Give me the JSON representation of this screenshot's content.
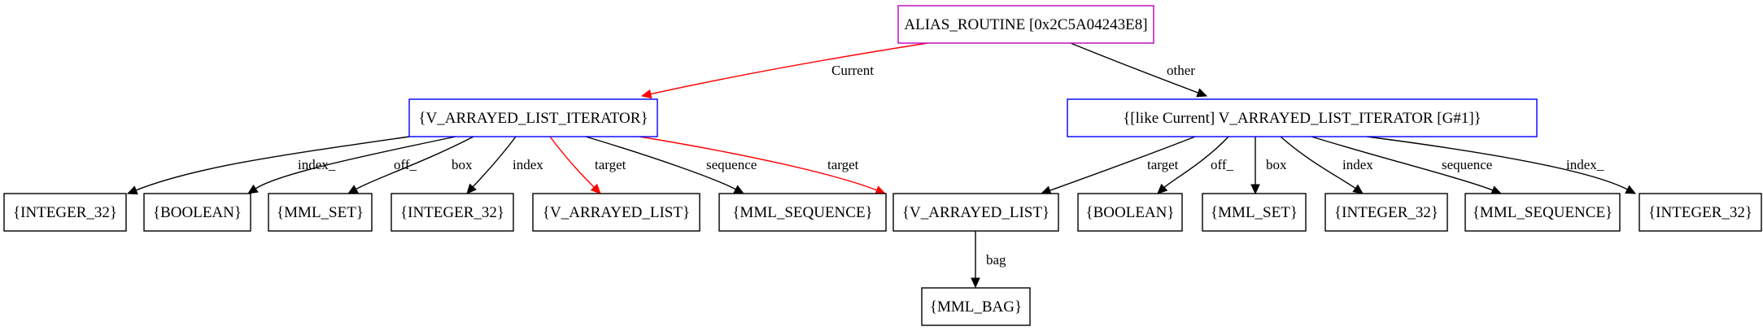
{
  "graph": {
    "colors": {
      "root_border": "#c000c0",
      "iterator_border": "#0000ff",
      "default_border": "#000000",
      "edge_default": "#000000",
      "edge_highlight": "#ff0000"
    },
    "nodes": [
      {
        "id": "root",
        "label": "ALIAS_ROUTINE [0x2C5A04243E8]",
        "style": "root"
      },
      {
        "id": "iter1",
        "label": "{V_ARRAYED_LIST_ITERATOR}",
        "style": "iterator"
      },
      {
        "id": "iter2",
        "label": "{[like Current] V_ARRAYED_LIST_ITERATOR [G#1]}",
        "style": "iterator"
      },
      {
        "id": "n_int32_a",
        "label": "{INTEGER_32}",
        "style": "default"
      },
      {
        "id": "n_bool_a",
        "label": "{BOOLEAN}",
        "style": "default"
      },
      {
        "id": "n_mmlset_a",
        "label": "{MML_SET}",
        "style": "default"
      },
      {
        "id": "n_int32_b",
        "label": "{INTEGER_32}",
        "style": "default"
      },
      {
        "id": "n_varr_list_a",
        "label": "{V_ARRAYED_LIST}",
        "style": "default"
      },
      {
        "id": "n_mmlseq_a",
        "label": "{MML_SEQUENCE}",
        "style": "default"
      },
      {
        "id": "n_varr_list_shared",
        "label": "{V_ARRAYED_LIST}",
        "style": "default"
      },
      {
        "id": "n_bool_b",
        "label": "{BOOLEAN}",
        "style": "default"
      },
      {
        "id": "n_mmlset_b",
        "label": "{MML_SET}",
        "style": "default"
      },
      {
        "id": "n_int32_c",
        "label": "{INTEGER_32}",
        "style": "default"
      },
      {
        "id": "n_mmlseq_b",
        "label": "{MML_SEQUENCE}",
        "style": "default"
      },
      {
        "id": "n_int32_d",
        "label": "{INTEGER_32}",
        "style": "default"
      },
      {
        "id": "n_mmlbag",
        "label": "{MML_BAG}",
        "style": "default"
      }
    ],
    "edges": [
      {
        "from": "root",
        "to": "iter1",
        "label": "Current",
        "color": "highlight"
      },
      {
        "from": "root",
        "to": "iter2",
        "label": "other",
        "color": "default"
      },
      {
        "from": "iter1",
        "to": "n_int32_a",
        "label": "index_",
        "color": "default"
      },
      {
        "from": "iter1",
        "to": "n_bool_a",
        "label": "off_",
        "color": "default"
      },
      {
        "from": "iter1",
        "to": "n_mmlset_a",
        "label": "box",
        "color": "default"
      },
      {
        "from": "iter1",
        "to": "n_int32_b",
        "label": "index",
        "color": "default"
      },
      {
        "from": "iter1",
        "to": "n_varr_list_a",
        "label": "target",
        "color": "highlight"
      },
      {
        "from": "iter1",
        "to": "n_mmlseq_a",
        "label": "sequence",
        "color": "default"
      },
      {
        "from": "iter1",
        "to": "n_varr_list_shared",
        "label": "target",
        "color": "highlight"
      },
      {
        "from": "iter2",
        "to": "n_varr_list_shared",
        "label": "target",
        "color": "default"
      },
      {
        "from": "iter2",
        "to": "n_bool_b",
        "label": "off_",
        "color": "default"
      },
      {
        "from": "iter2",
        "to": "n_mmlset_b",
        "label": "box",
        "color": "default"
      },
      {
        "from": "iter2",
        "to": "n_int32_c",
        "label": "index",
        "color": "default"
      },
      {
        "from": "iter2",
        "to": "n_mmlseq_b",
        "label": "sequence",
        "color": "default"
      },
      {
        "from": "iter2",
        "to": "n_int32_d",
        "label": "index_",
        "color": "default"
      },
      {
        "from": "n_varr_list_shared",
        "to": "n_mmlbag",
        "label": "bag",
        "color": "default"
      }
    ]
  }
}
